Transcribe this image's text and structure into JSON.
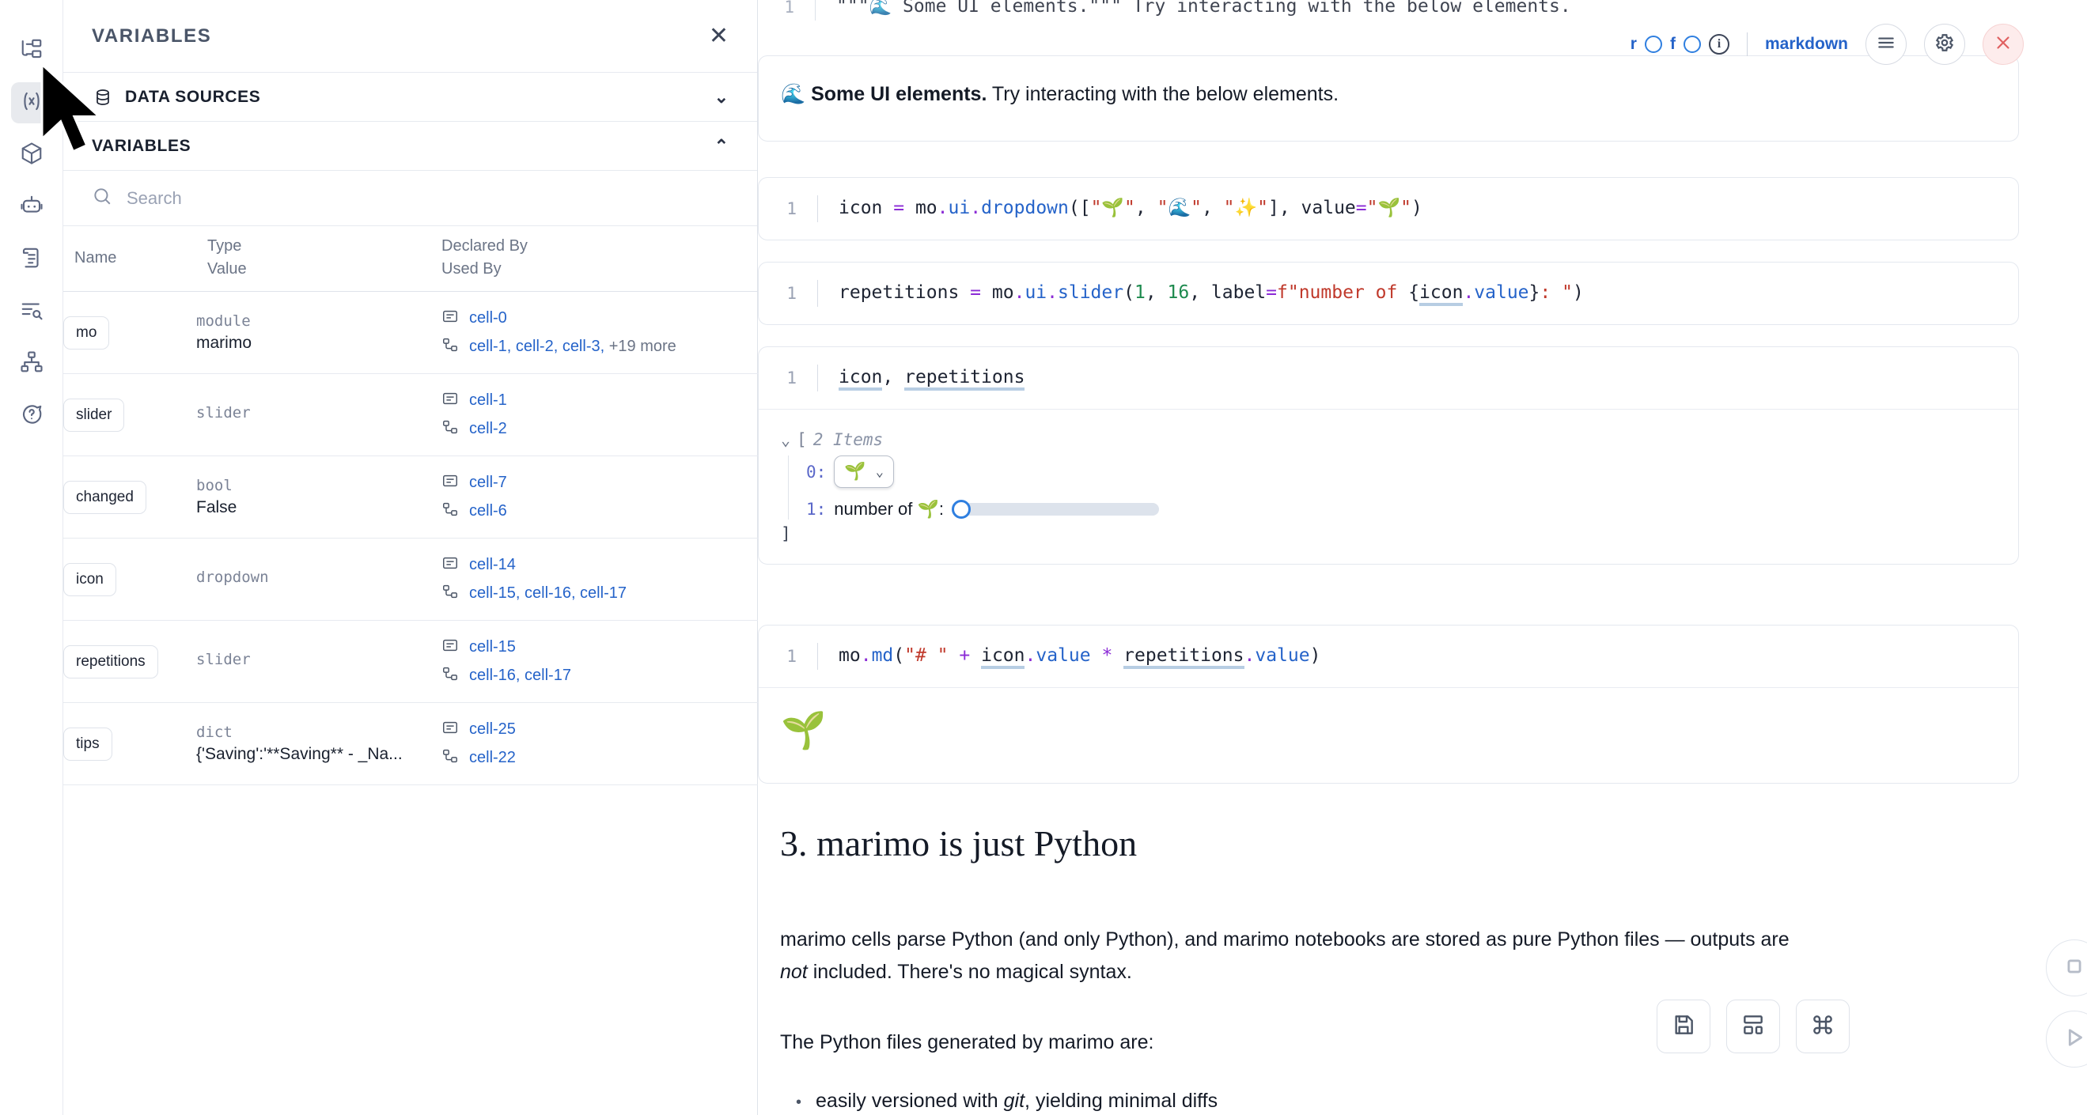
{
  "rail": {
    "items": [
      {
        "name": "file-tree-icon",
        "label": "Explorer"
      },
      {
        "name": "variables-icon",
        "label": "Variables",
        "active": true
      },
      {
        "name": "package-icon",
        "label": "Packages"
      },
      {
        "name": "robot-icon",
        "label": "Chat"
      },
      {
        "name": "scroll-icon",
        "label": "Logs"
      },
      {
        "name": "outline-search-icon",
        "label": "Outline"
      },
      {
        "name": "dependency-graph-icon",
        "label": "Dependencies"
      },
      {
        "name": "help-icon",
        "label": "Help"
      }
    ]
  },
  "panel": {
    "title": "VARIABLES",
    "close_label": "✕",
    "sections": [
      {
        "label": "DATA SOURCES",
        "chevron": "⌄",
        "expanded": false
      },
      {
        "label": "VARIABLES",
        "chevron": "⌃",
        "expanded": true
      }
    ],
    "search": {
      "placeholder": "Search",
      "value": ""
    },
    "columns": {
      "name": "Name",
      "type": "Type",
      "value": "Value",
      "declared_by": "Declared By",
      "used_by": "Used By"
    },
    "rows": [
      {
        "name": "mo",
        "type": "module",
        "value": "marimo",
        "declared_by": "cell-0",
        "used_by": "cell-1, cell-2, cell-3,",
        "used_by_more": "+19 more"
      },
      {
        "name": "slider",
        "type": "slider",
        "value": "",
        "declared_by": "cell-1",
        "used_by": "cell-2",
        "used_by_more": ""
      },
      {
        "name": "changed",
        "type": "bool",
        "value": "False",
        "declared_by": "cell-7",
        "used_by": "cell-6",
        "used_by_more": ""
      },
      {
        "name": "icon",
        "type": "dropdown",
        "value": "",
        "declared_by": "cell-14",
        "used_by": "cell-15, cell-16, cell-17",
        "used_by_more": ""
      },
      {
        "name": "repetitions",
        "type": "slider",
        "value": "",
        "declared_by": "cell-15",
        "used_by": "cell-16, cell-17",
        "used_by_more": ""
      },
      {
        "name": "tips",
        "type": "dict",
        "value": "{'Saving':'**Saving** - _Na...",
        "declared_by": "cell-25",
        "used_by": "cell-22",
        "used_by_more": ""
      }
    ]
  },
  "cell_toolbar": {
    "r_label": "r",
    "f_label": "f",
    "info_label": "i",
    "language": "markdown",
    "menu_icon": "hamburger-icon",
    "settings_icon": "gear-icon",
    "delete_icon": "close-icon"
  },
  "notebook": {
    "scrolled_partial_line": {
      "gutter": "1",
      "text": "\"\"\"🌊 Some UI elements.\"\"\" Try interacting with the below elements."
    },
    "cells": [
      {
        "id": "md-output-cell",
        "kind": "output",
        "output_emoji": "🌊",
        "output_bold": "Some UI elements.",
        "output_rest": " Try interacting with the below elements."
      },
      {
        "id": "dropdown-cell",
        "kind": "code",
        "gutter": "1",
        "code_plain": "icon = mo.ui.dropdown([\"🌱\", \"🌊\", \"✨\"], value=\"🌱\")"
      },
      {
        "id": "slider-cell",
        "kind": "code",
        "gutter": "1",
        "code_plain": "repetitions = mo.ui.slider(1, 16, label=f\"number of {icon.value}: \")"
      },
      {
        "id": "display-cell",
        "kind": "code-with-output",
        "gutter": "1",
        "code_plain": "icon, repetitions",
        "tree": {
          "header_bracket": "[",
          "header_count": "2 Items",
          "close_bracket": "]",
          "items": [
            {
              "key": "0:",
              "widget": "dropdown",
              "emoji": "🌱"
            },
            {
              "key": "1:",
              "widget": "slider",
              "label": "number of 🌱:"
            }
          ]
        }
      },
      {
        "id": "md-render-cell",
        "kind": "code-with-output",
        "gutter": "1",
        "code_plain": "mo.md(\"# \" + icon.value * repetitions.value)",
        "output_emoji": "🌱"
      }
    ],
    "heading": "3. marimo is just Python",
    "paragraph_1_a": "marimo cells parse Python (and only Python), and marimo notebooks are stored as pure Python files — outputs are ",
    "paragraph_1_italic": "not",
    "paragraph_1_b": " included. There's no magical syntax.",
    "paragraph_2": "The Python files generated by marimo are:",
    "bullet_1_a": "easily versioned with ",
    "bullet_1_italic": "git",
    "bullet_1_b": ", yielding minimal diffs"
  },
  "minimap": {
    "bars": 10,
    "active_index": 4
  },
  "bottom_toolbar": {
    "buttons": [
      {
        "name": "save-button",
        "icon": "save-icon"
      },
      {
        "name": "layout-button",
        "icon": "layout-icon"
      },
      {
        "name": "command-palette-button",
        "icon": "command-icon"
      }
    ],
    "interrupt": {
      "name": "interrupt-button",
      "icon": "stop-icon"
    },
    "run": {
      "name": "run-button",
      "icon": "play-icon"
    }
  },
  "colors": {
    "accent_blue": "#2563c9",
    "text": "#141a26",
    "muted": "#6b7486",
    "border": "#e4e8ef",
    "danger": "#e06060"
  }
}
